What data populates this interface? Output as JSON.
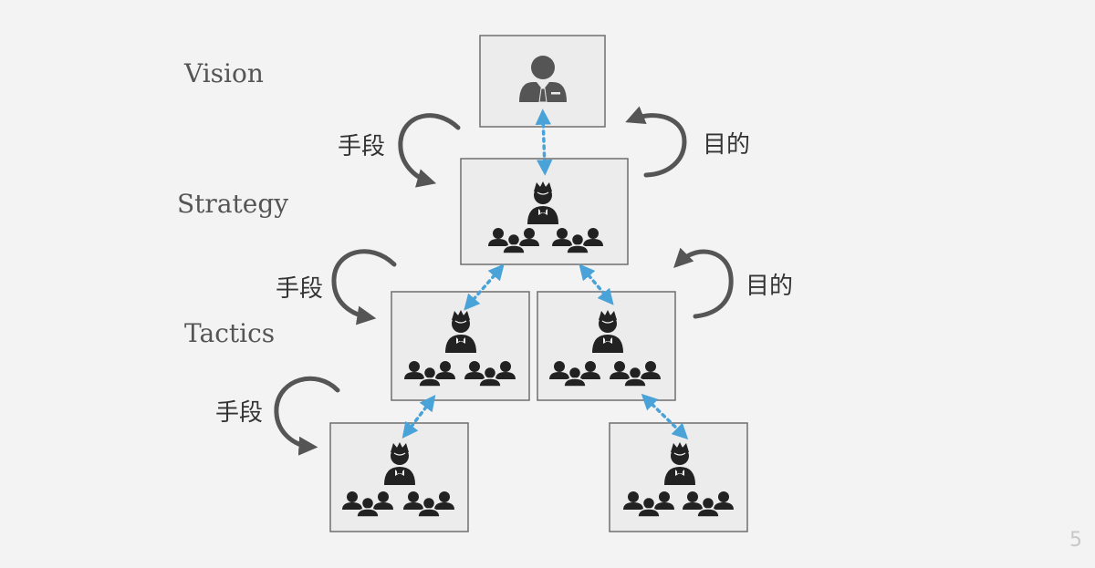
{
  "levels": {
    "vision": "Vision",
    "strategy": "Strategy",
    "tactics": "Tactics"
  },
  "relations": {
    "means": "手段",
    "purpose": "目的"
  },
  "page_number": "5",
  "colors": {
    "background": "#f3f3f3",
    "box_fill": "#ececec",
    "box_border": "#6e6e6e",
    "connector": "#4aa3d8",
    "arrow": "#555555",
    "icon": "#222222"
  },
  "icons": {
    "leader": "person-tie-icon",
    "manager": "manager-icon",
    "team": "team-icon"
  }
}
